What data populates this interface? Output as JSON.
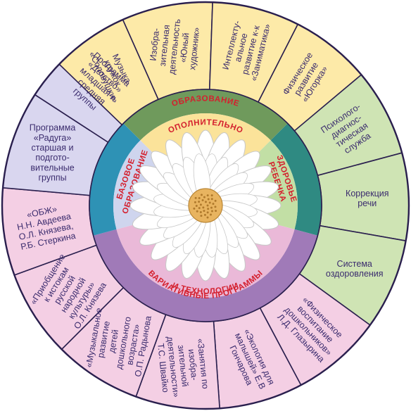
{
  "colors": {
    "yellow": "#fdeaa8",
    "green": "#cfe4b4",
    "pink": "#f4cfe4",
    "lavender": "#d9d6ef",
    "border": "#2a1f4e",
    "text": "#3b2c6e",
    "label": "#d4202e",
    "ring_top": "#6f9a5c",
    "ring_right": "#2f8a82",
    "ring_bottom": "#a07ab8",
    "ring_left": "#2e92b5",
    "inner_top": "#fbe39a",
    "inner_right": "#c2dfa5",
    "inner_bottom": "#eab9d8",
    "inner_left": "#cfd5ee",
    "petal": "#ffffff",
    "petal_stroke": "#c8c8c8",
    "center": "#e8b460",
    "center_dot": "#b07a2c"
  },
  "segments": [
    {
      "lines": [
        "Изобра-",
        "зительная",
        "деятельность",
        "«Юный",
        "художник»"
      ]
    },
    {
      "lines": [
        "Интеллекту-",
        "альное",
        "развитие к-к",
        "«Заниматика»"
      ]
    },
    {
      "lines": [
        "Физическое",
        "развитие",
        "«Югорка»"
      ]
    },
    {
      "lines": [
        "Психолого-",
        "диагнос-",
        "тическая",
        "служба"
      ]
    },
    {
      "lines": [
        "Коррекция",
        "речи"
      ]
    },
    {
      "lines": [
        "Система",
        "оздоровления"
      ]
    },
    {
      "lines": [
        "«Физическое",
        "воспитание",
        "дошкольников»",
        "Л.Д. Глазырина"
      ]
    },
    {
      "lines": [
        "«Экология для",
        "малышей» Е.В",
        "Гончарова"
      ]
    },
    {
      "lines": [
        "«Занятия по",
        "изобра-",
        "зительной",
        "деятельности»",
        "Т.С. Швайко"
      ]
    },
    {
      "lines": [
        "«Музыкальное",
        "развитие",
        "детей",
        "дошкольного",
        "возраста»",
        "О.П. Радынова"
      ]
    },
    {
      "lines": [
        "«Приобщение",
        "к истокам",
        "русской",
        "народной",
        "культуры»",
        "О.Л. Князева"
      ]
    },
    {
      "lines": [
        "«ОБЖ»",
        "Н.Н. Авдеева",
        "О.Л. Князева,",
        "Р.Б. Стеркина"
      ]
    },
    {
      "lines": [
        "Программа",
        "«Радуга»",
        "старшая и",
        "подгото-",
        "вительные",
        "группы"
      ]
    },
    {
      "lines": [
        "Программа",
        "«Детство»",
        "младшая и",
        "средняя",
        "группы"
      ]
    },
    {
      "lines": [
        "Музыка",
        "кружок",
        "«Соловушки»"
      ]
    }
  ],
  "ring_labels": {
    "top": [
      "ДОПОЛНИТЕЛЬНОЕ",
      "ОБРАЗОВАНИЕ"
    ],
    "right": [
      "ЗДОРОВЬЕ",
      "РЕБЕНКА"
    ],
    "bottom": [
      "ВАРИАТИВНЫЕ ПРОГРАММЫ",
      "И ТЕХНОЛОГИИ"
    ],
    "left": [
      "БАЗОВОЕ",
      "ОБРАЗОВАНИЕ"
    ]
  }
}
